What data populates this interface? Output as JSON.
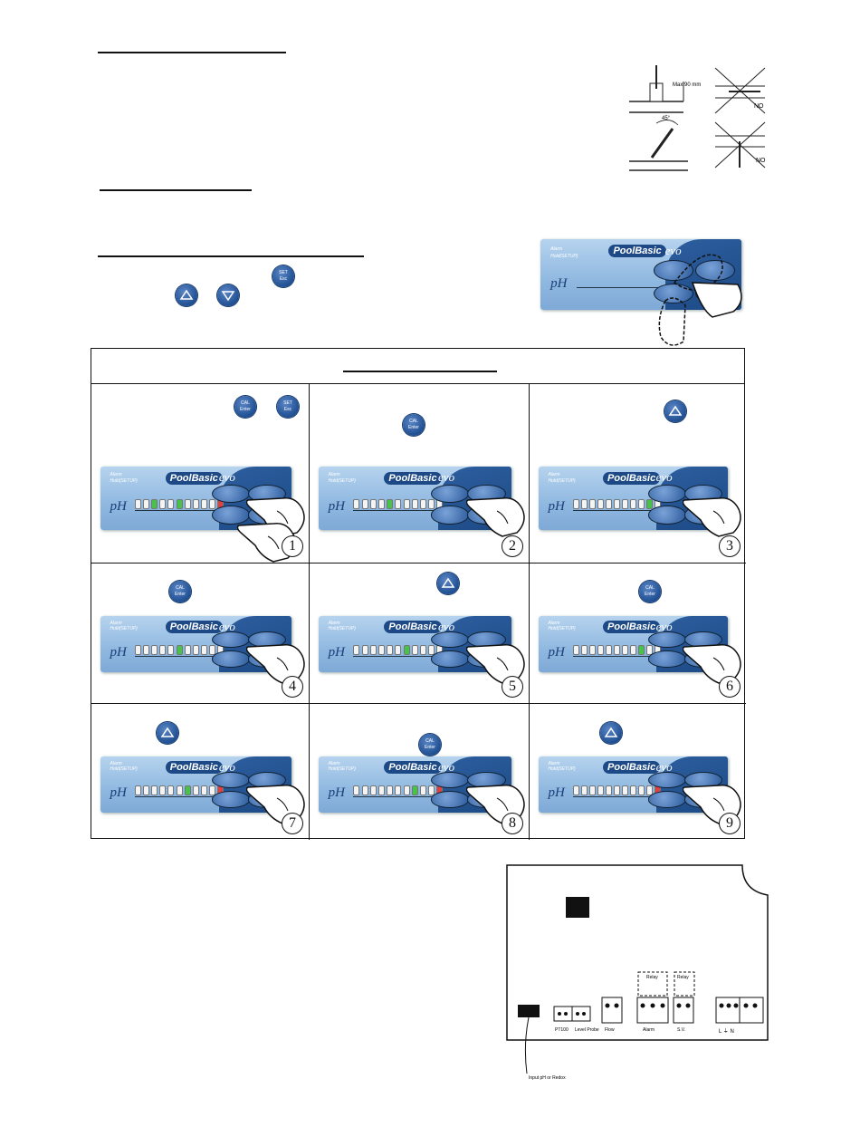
{
  "panel": {
    "brand": "PoolBasic",
    "brand_suffix": "evo",
    "alarm_label": "Alarm",
    "hold_label": "Hold(SETUP)",
    "ph_label": "pH"
  },
  "buttons": {
    "set_top": "SET",
    "set_bottom": "Esc",
    "cal_top": "CAL",
    "cal_bottom": "Enter"
  },
  "installation_figure": {
    "dimension_label": "Max 90 mm",
    "angle_label": "45°",
    "no_label_1": "NO",
    "no_label_2": "NO"
  },
  "steps": [
    "1",
    "2",
    "3",
    "4",
    "5",
    "6",
    "7",
    "8",
    "9"
  ],
  "wiring": {
    "terminals": [
      "PT100",
      "Level Probe",
      "Flow",
      "Alarm",
      "S.V."
    ],
    "relay_label": "Relay",
    "input_label": "Input pH or Redox",
    "power_symbols": "L ⏚ N"
  }
}
